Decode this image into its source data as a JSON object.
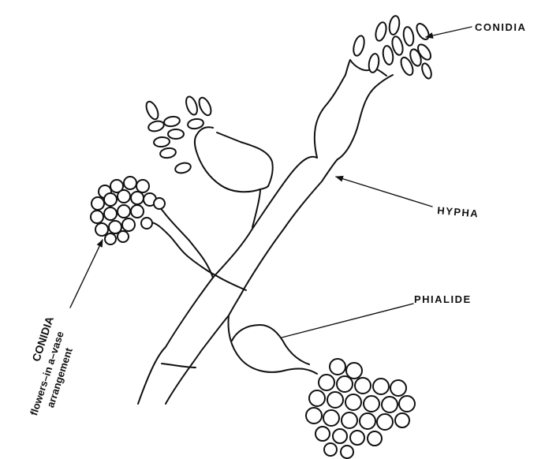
{
  "labels": {
    "conidia_top": "CONIDIA",
    "hypha": "HYPHA",
    "phialide": "PHIALIDE",
    "conidia_left": "CONIDIA",
    "caption_line1": "flowers–in a–vase",
    "caption_line2": "arrangement"
  }
}
